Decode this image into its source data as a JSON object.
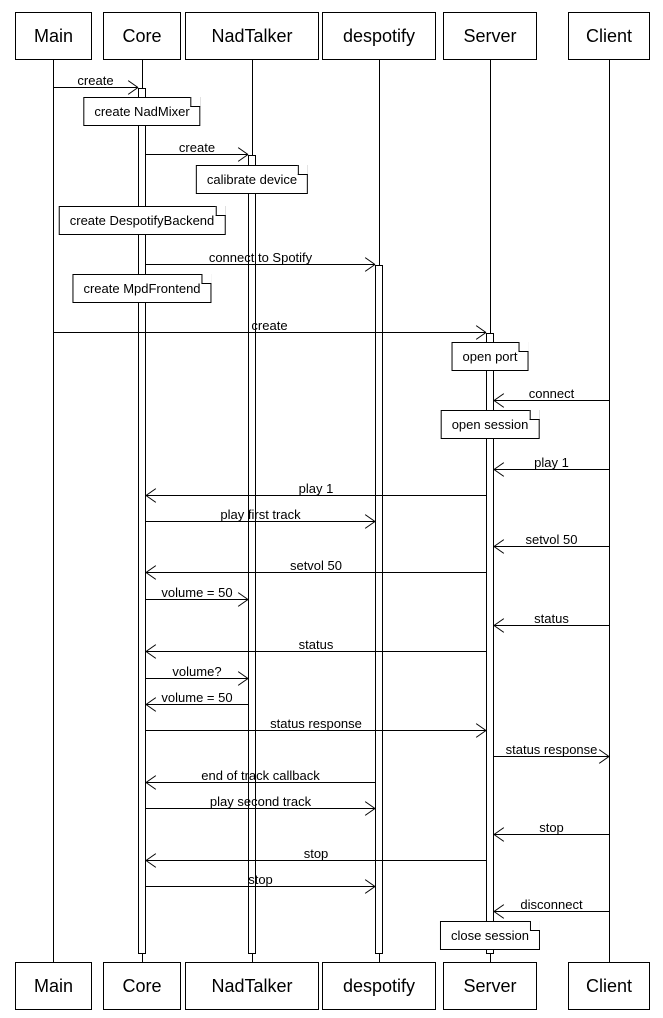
{
  "diagram": {
    "actors": [
      {
        "name": "Main"
      },
      {
        "name": "Core"
      },
      {
        "name": "NadTalker"
      },
      {
        "name": "despotify"
      },
      {
        "name": "Server"
      },
      {
        "name": "Client"
      }
    ],
    "messages": [
      {
        "label": "create",
        "from": "Main",
        "to": "Core"
      },
      {
        "label": "create",
        "from": "Core",
        "to": "NadTalker"
      },
      {
        "label": "connect to Spotify",
        "from": "Core",
        "to": "despotify"
      },
      {
        "label": "create",
        "from": "Main",
        "to": "Server"
      },
      {
        "label": "connect",
        "from": "Client",
        "to": "Server"
      },
      {
        "label": "play 1",
        "from": "Client",
        "to": "Server"
      },
      {
        "label": "play 1",
        "from": "Server",
        "to": "Core"
      },
      {
        "label": "play first track",
        "from": "Core",
        "to": "despotify"
      },
      {
        "label": "setvol 50",
        "from": "Client",
        "to": "Server"
      },
      {
        "label": "setvol 50",
        "from": "Server",
        "to": "Core"
      },
      {
        "label": "volume = 50",
        "from": "Core",
        "to": "NadTalker"
      },
      {
        "label": "status",
        "from": "Client",
        "to": "Server"
      },
      {
        "label": "status",
        "from": "Server",
        "to": "Core"
      },
      {
        "label": "volume?",
        "from": "Core",
        "to": "NadTalker"
      },
      {
        "label": "volume = 50",
        "from": "NadTalker",
        "to": "Core"
      },
      {
        "label": "status response",
        "from": "Core",
        "to": "Server"
      },
      {
        "label": "status response",
        "from": "Server",
        "to": "Client"
      },
      {
        "label": "end of track callback",
        "from": "despotify",
        "to": "Core"
      },
      {
        "label": "play second track",
        "from": "Core",
        "to": "despotify"
      },
      {
        "label": "stop",
        "from": "Client",
        "to": "Server"
      },
      {
        "label": "stop",
        "from": "Server",
        "to": "Core"
      },
      {
        "label": "stop",
        "from": "Core",
        "to": "despotify"
      },
      {
        "label": "disconnect",
        "from": "Client",
        "to": "Server"
      }
    ],
    "notes": [
      {
        "text": "create NadMixer",
        "attached_to": "Core"
      },
      {
        "text": "calibrate device",
        "attached_to": "NadTalker"
      },
      {
        "text": "create DespotifyBackend",
        "attached_to": "Core"
      },
      {
        "text": "create MpdFrontend",
        "attached_to": "Core"
      },
      {
        "text": "open port",
        "attached_to": "Server"
      },
      {
        "text": "open session",
        "attached_to": "Server"
      },
      {
        "text": "close session",
        "attached_to": "Server"
      }
    ]
  }
}
